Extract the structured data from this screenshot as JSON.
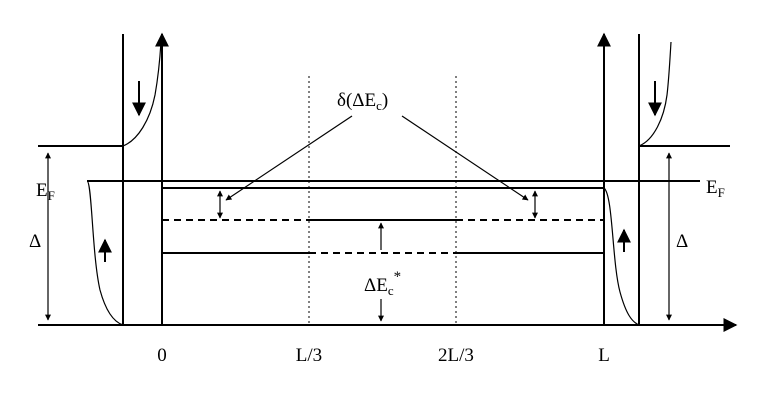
{
  "labels": {
    "fermi_left": "E",
    "fermi_left_sub": "F",
    "fermi_right": "E",
    "fermi_right_sub": "F",
    "gap_left": "Δ",
    "gap_right": "Δ",
    "delta_shift": "δ(ΔE",
    "delta_shift_sub": "c",
    "delta_shift_close": ")",
    "offset": "ΔE",
    "offset_sub": "c",
    "offset_sup": "*"
  },
  "axis_ticks": [
    "0",
    "L/3",
    "2L/3",
    "L"
  ]
}
